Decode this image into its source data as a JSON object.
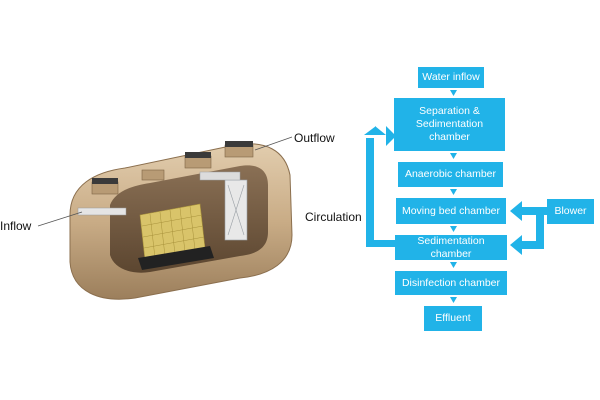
{
  "tank_labels": {
    "inflow": "Inflow",
    "outflow": "Outflow"
  },
  "process": {
    "water_inflow": "Water inflow",
    "separation_line1": "Separation &",
    "separation_line2": "Sedimentation chamber",
    "anaerobic": "Anaerobic chamber",
    "moving_bed": "Moving bed chamber",
    "sedimentation": "Sedimentation chamber",
    "disinfection": "Disinfection chamber",
    "effluent": "Effluent",
    "blower": "Blower",
    "circulation": "Circulation"
  },
  "colors": {
    "box_fill": "#21b3e8",
    "box_text": "#ffffff",
    "tank_body": "#c9ac86"
  }
}
